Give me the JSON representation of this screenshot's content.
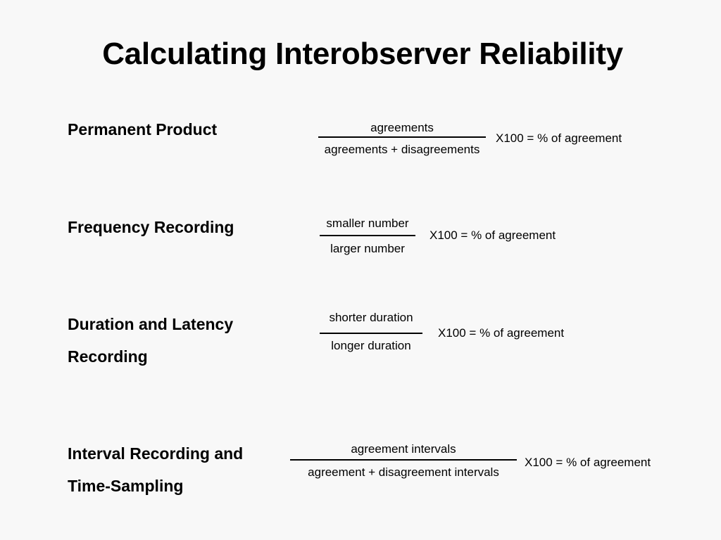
{
  "title": "Calculating Interobserver Reliability",
  "rows": [
    {
      "label": "Permanent Product",
      "numerator": "agreements",
      "denominator": "agreements + disagreements",
      "multiplier": "X100 = % of agreement"
    },
    {
      "label": "Frequency Recording",
      "numerator": "smaller number",
      "denominator": "larger number",
      "multiplier": "X100 = % of agreement"
    },
    {
      "label_line1": "Duration and Latency",
      "label_line2": "Recording",
      "numerator": "shorter duration",
      "denominator": "longer duration",
      "multiplier": "X100 = % of agreement"
    },
    {
      "label_line1": "Interval Recording and",
      "label_line2": "Time-Sampling",
      "numerator": "agreement intervals",
      "denominator": "agreement + disagreement intervals",
      "multiplier": "X100 = % of agreement"
    }
  ]
}
